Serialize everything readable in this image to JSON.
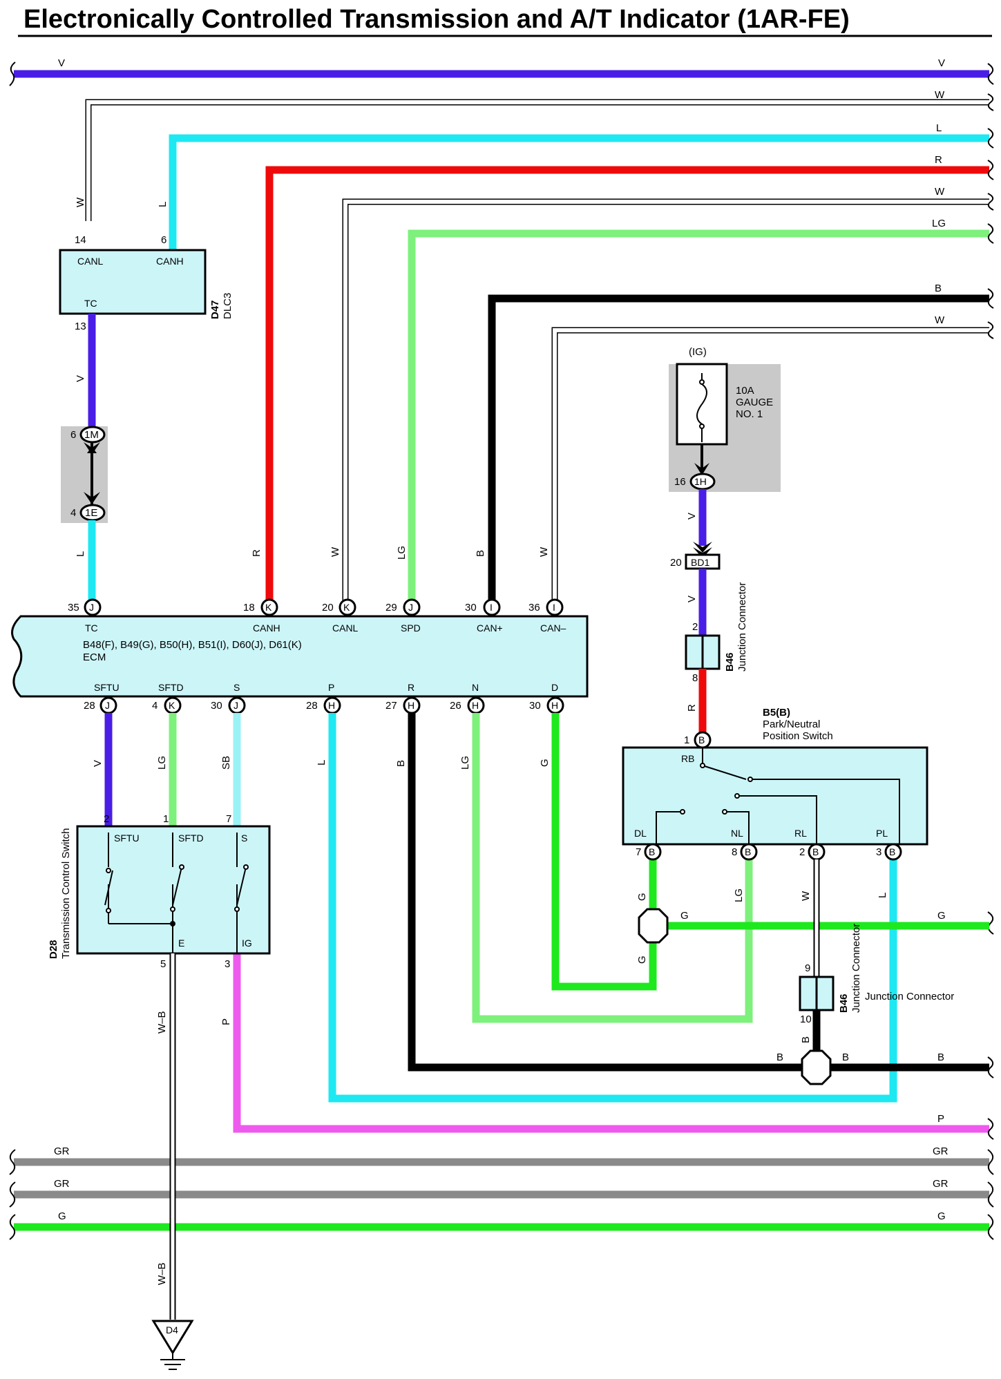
{
  "title": "Electronically Controlled Transmission and A/T Indicator (1AR-FE)",
  "colors": {
    "V": "#4a1ee6",
    "W": "#ffffff",
    "L": "#1ee8f2",
    "R": "#ee0a0a",
    "LG": "#7ef07c",
    "B": "#000000",
    "G": "#1ee81e",
    "SB": "#9af2f6",
    "P": "#ee5aee",
    "GR": "#8a8a8a",
    "component_fill": "#ccf5f8",
    "splice_fill": "#c9c9c9"
  },
  "wire_labels": {
    "V": "V",
    "W": "W",
    "L": "L",
    "R": "R",
    "LG": "LG",
    "B": "B",
    "G": "G",
    "SB": "SB",
    "P": "P",
    "GR": "GR",
    "W_B": "W–B"
  },
  "dlc3": {
    "code": "D47",
    "name": "DLC3",
    "pin_canl": "CANL",
    "pin_canh": "CANH",
    "pin_tc": "TC",
    "pin_num_canl": "14",
    "pin_num_canh": "6",
    "pin_num_tc": "13"
  },
  "splice_1m": {
    "conn": "1M",
    "pin": "6"
  },
  "splice_1e": {
    "conn": "1E",
    "pin": "4"
  },
  "ecm": {
    "connectors": "B48(F), B49(G), B50(H), B51(I), D60(J), D61(K)",
    "name": "ECM",
    "top_pins": [
      {
        "num": "35",
        "conn": "J",
        "label": "TC"
      },
      {
        "num": "18",
        "conn": "K",
        "label": "CANH"
      },
      {
        "num": "20",
        "conn": "K",
        "label": "CANL"
      },
      {
        "num": "29",
        "conn": "J",
        "label": "SPD"
      },
      {
        "num": "30",
        "conn": "I",
        "label": "CAN+"
      },
      {
        "num": "36",
        "conn": "I",
        "label": "CAN–"
      }
    ],
    "bottom_pins": [
      {
        "num": "28",
        "conn": "J",
        "label": "SFTU"
      },
      {
        "num": "4",
        "conn": "K",
        "label": "SFTD"
      },
      {
        "num": "30",
        "conn": "J",
        "label": "S"
      },
      {
        "num": "28",
        "conn": "H",
        "label": "P"
      },
      {
        "num": "27",
        "conn": "H",
        "label": "R"
      },
      {
        "num": "26",
        "conn": "H",
        "label": "N"
      },
      {
        "num": "30",
        "conn": "H",
        "label": "D"
      }
    ]
  },
  "fuse": {
    "supply": "(IG)",
    "line1": "10A",
    "line2": "GAUGE",
    "line3": "NO. 1",
    "conn": "1H",
    "pin": "16"
  },
  "bd1": {
    "conn": "BD1",
    "pin": "20"
  },
  "jc_top": {
    "code": "B46",
    "name": "Junction Connector",
    "pin_in": "2",
    "pin_out": "8"
  },
  "jc_bottom": {
    "code": "B46",
    "name": "Junction Connector",
    "pin_in": "9",
    "pin_out": "10"
  },
  "pnp": {
    "code": "B5(B)",
    "line1": "Park/Neutral",
    "line2": "Position Switch",
    "conn": "B",
    "in_pin": "1",
    "rb": "RB",
    "dl": "DL",
    "nl": "NL",
    "rl": "RL",
    "pl": "PL",
    "pin_dl": "7",
    "pin_nl": "8",
    "pin_rl": "2",
    "pin_pl": "3"
  },
  "tcs": {
    "code": "D28",
    "name": "Transmission Control Switch",
    "sftu": "SFTU",
    "sftd": "SFTD",
    "s": "S",
    "e": "E",
    "ig": "IG",
    "pin_sftu": "2",
    "pin_sftd": "1",
    "pin_s": "7",
    "pin_e": "5",
    "pin_ig": "3"
  },
  "ground": {
    "code": "D4"
  }
}
